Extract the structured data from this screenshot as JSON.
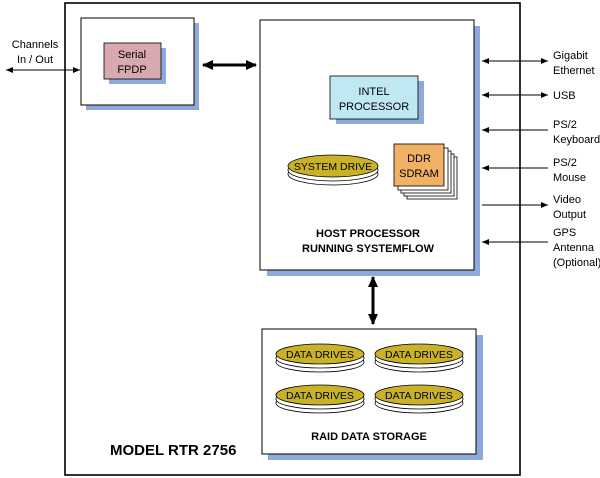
{
  "title": "MODEL RTR 2756",
  "left_io": {
    "line1": "Channels",
    "line2": "In / Out"
  },
  "serial_fpdp": {
    "line1": "Serial",
    "line2": "FPDP"
  },
  "intel_processor": {
    "line1": "INTEL",
    "line2": "PROCESSOR"
  },
  "system_drive": "SYSTEM DRIVE",
  "ddr_sdram": {
    "line1": "DDR",
    "line2": "SDRAM"
  },
  "host_processor": {
    "line1": "HOST PROCESSOR",
    "line2": "RUNNING SYSTEMFLOW"
  },
  "raid": {
    "label": "RAID DATA STORAGE",
    "drives": [
      "DATA DRIVES",
      "DATA DRIVES",
      "DATA DRIVES",
      "DATA DRIVES"
    ]
  },
  "right_io": [
    {
      "lines": [
        "Gigabit",
        "Ethernet"
      ],
      "direction": "both"
    },
    {
      "lines": [
        "USB"
      ],
      "direction": "both"
    },
    {
      "lines": [
        "PS/2",
        "Keyboard"
      ],
      "direction": "in"
    },
    {
      "lines": [
        "PS/2",
        "Mouse"
      ],
      "direction": "in"
    },
    {
      "lines": [
        "Video",
        "Output"
      ],
      "direction": "out"
    },
    {
      "lines": [
        "GPS",
        "Antenna",
        "(Optional)"
      ],
      "direction": "in"
    }
  ],
  "colors": {
    "shadow_blue": "#8eaadb",
    "serial_fill": "#d9a9b1",
    "intel_fill": "#bfe8f3",
    "sdram_fill": "#f2b266",
    "drive_fill": "#c9b227",
    "drive_highlight": "#ffffff"
  }
}
